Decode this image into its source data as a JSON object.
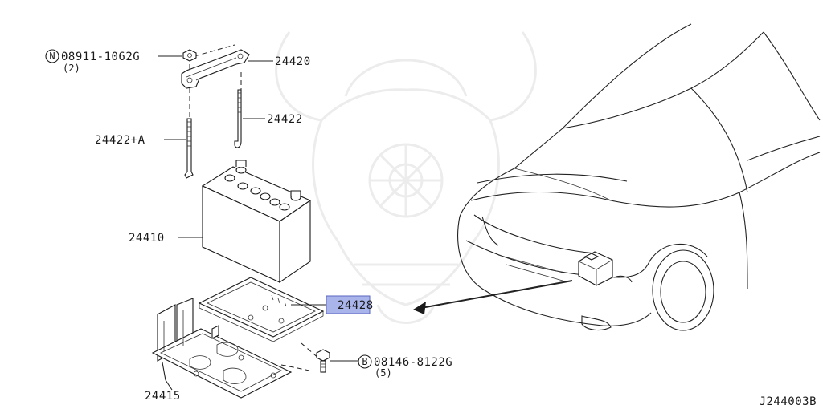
{
  "diagram": {
    "callouts": {
      "nut": {
        "code": "08911-1062G",
        "prefix": "N",
        "qty": "(2)"
      },
      "clamp": {
        "code": "24420"
      },
      "rod_right": {
        "code": "24422"
      },
      "rod_left": {
        "code": "24422+A"
      },
      "battery": {
        "code": "24410"
      },
      "tray": {
        "code": "24428"
      },
      "bolt": {
        "code": "08146-8122G",
        "prefix": "B",
        "qty": "(5)"
      },
      "bracket": {
        "code": "24415"
      }
    },
    "figure_id": "J244003B",
    "colors": {
      "highlight": "#a9b4ea",
      "line": "#1a1a1a",
      "watermark": "#ececec"
    }
  }
}
